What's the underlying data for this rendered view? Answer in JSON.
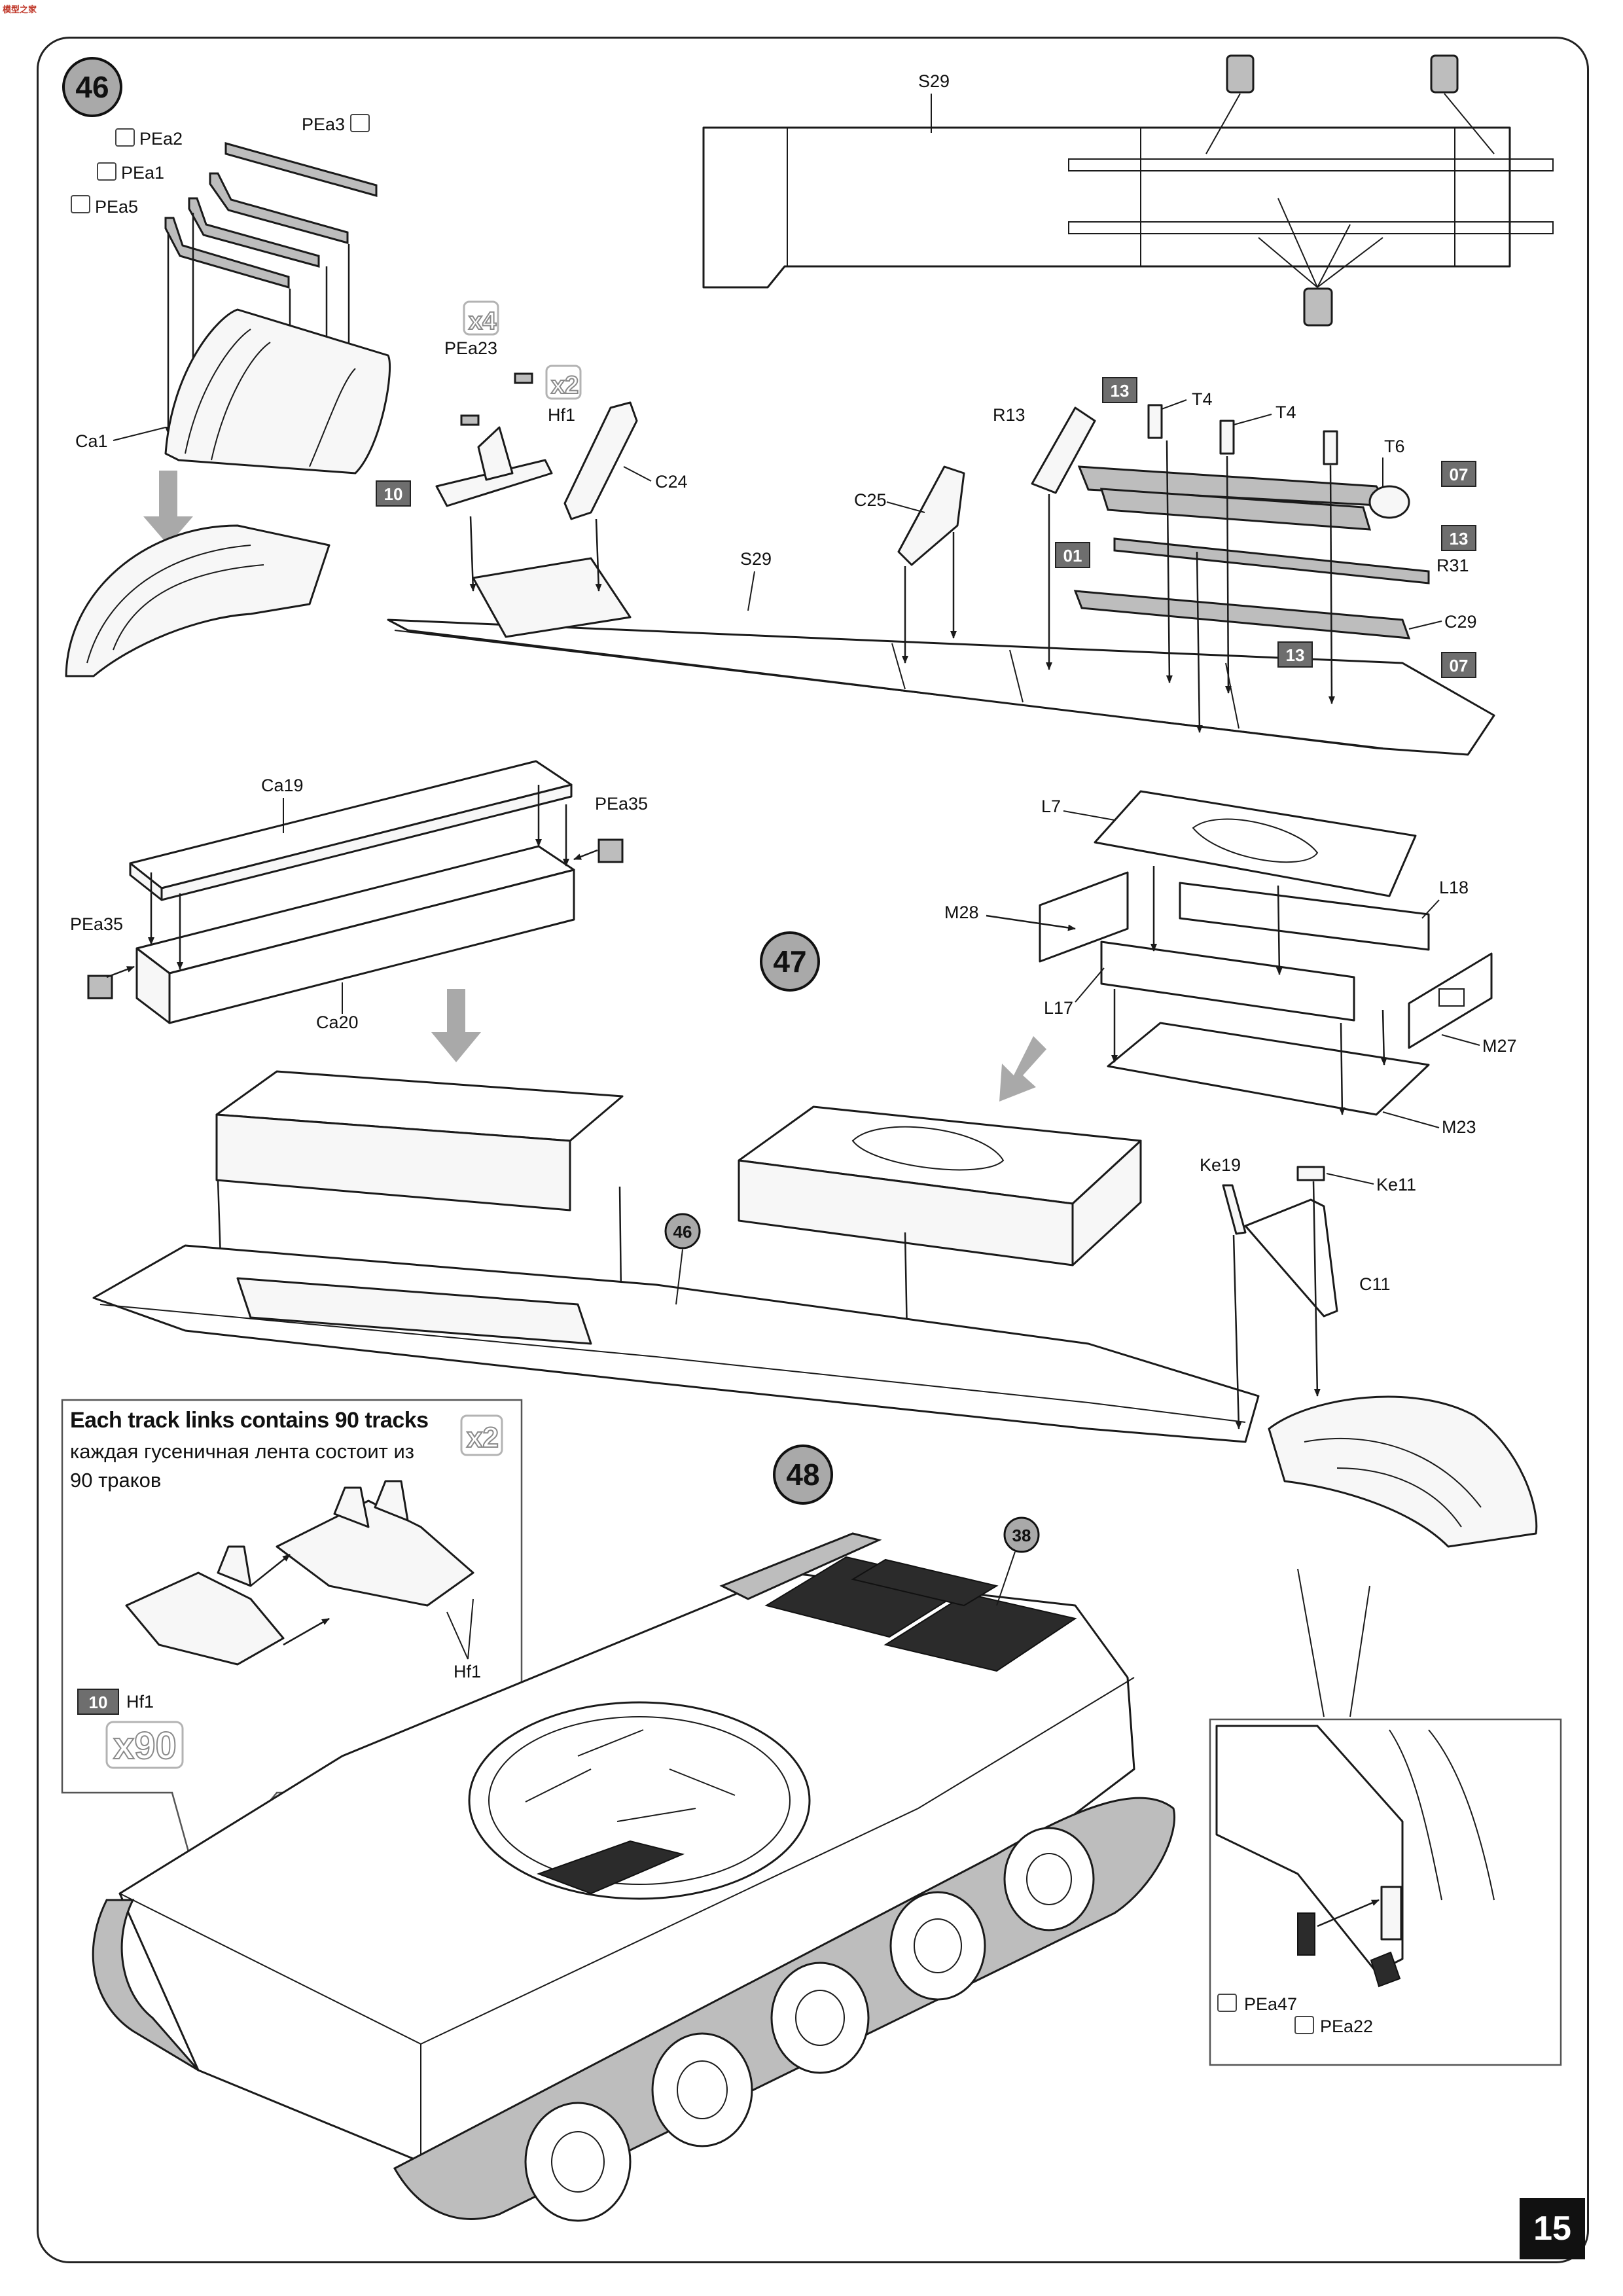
{
  "header": {
    "brand": "模型之家"
  },
  "page_number": "15",
  "steps": [
    {
      "number": "46"
    },
    {
      "number": "47"
    },
    {
      "number": "48"
    }
  ],
  "ref_steps": [
    {
      "number": "46"
    },
    {
      "number": "38"
    }
  ],
  "step46_parts": {
    "pea3": "PEa3",
    "pea2": "PEa2",
    "pea1": "PEa1",
    "pea5": "PEa5",
    "ca1": "Ca1",
    "pea23": "PEa23",
    "hf1": "Hf1",
    "c24": "C24",
    "s29_top": "S29",
    "s29_mid": "S29",
    "c25": "C25",
    "r13": "R13",
    "t4_a": "T4",
    "t4_b": "T4",
    "t6": "T6",
    "r31": "R31",
    "c29": "C29"
  },
  "step47_parts": {
    "ca19": "Ca19",
    "pea35_r": "PEa35",
    "pea35_l": "PEa35",
    "ca20": "Ca20",
    "l7": "L7",
    "l18": "L18",
    "m28": "M28",
    "l17": "L17",
    "m27": "M27",
    "m23": "M23",
    "ke19": "Ke19",
    "ke11": "Ke11",
    "c11": "C11"
  },
  "inset_parts": {
    "pea47": "PEa47",
    "pea22": "PEa22"
  },
  "sprue_tags": {
    "t13a": "13",
    "t13b": "13",
    "t13c": "13",
    "t07a": "07",
    "t07b": "07",
    "t01": "01",
    "t10a": "10",
    "t10b": "10"
  },
  "multipliers": {
    "x4": "x4",
    "x2a": "x2",
    "x2b": "x2",
    "x90": "x90"
  },
  "track_note": {
    "title": "Each track links contains 90 tracks",
    "russian": "каждая гусеничная лента состоит из 90 траков",
    "hf1_a": "Hf1",
    "hf1_b": "Hf1"
  }
}
